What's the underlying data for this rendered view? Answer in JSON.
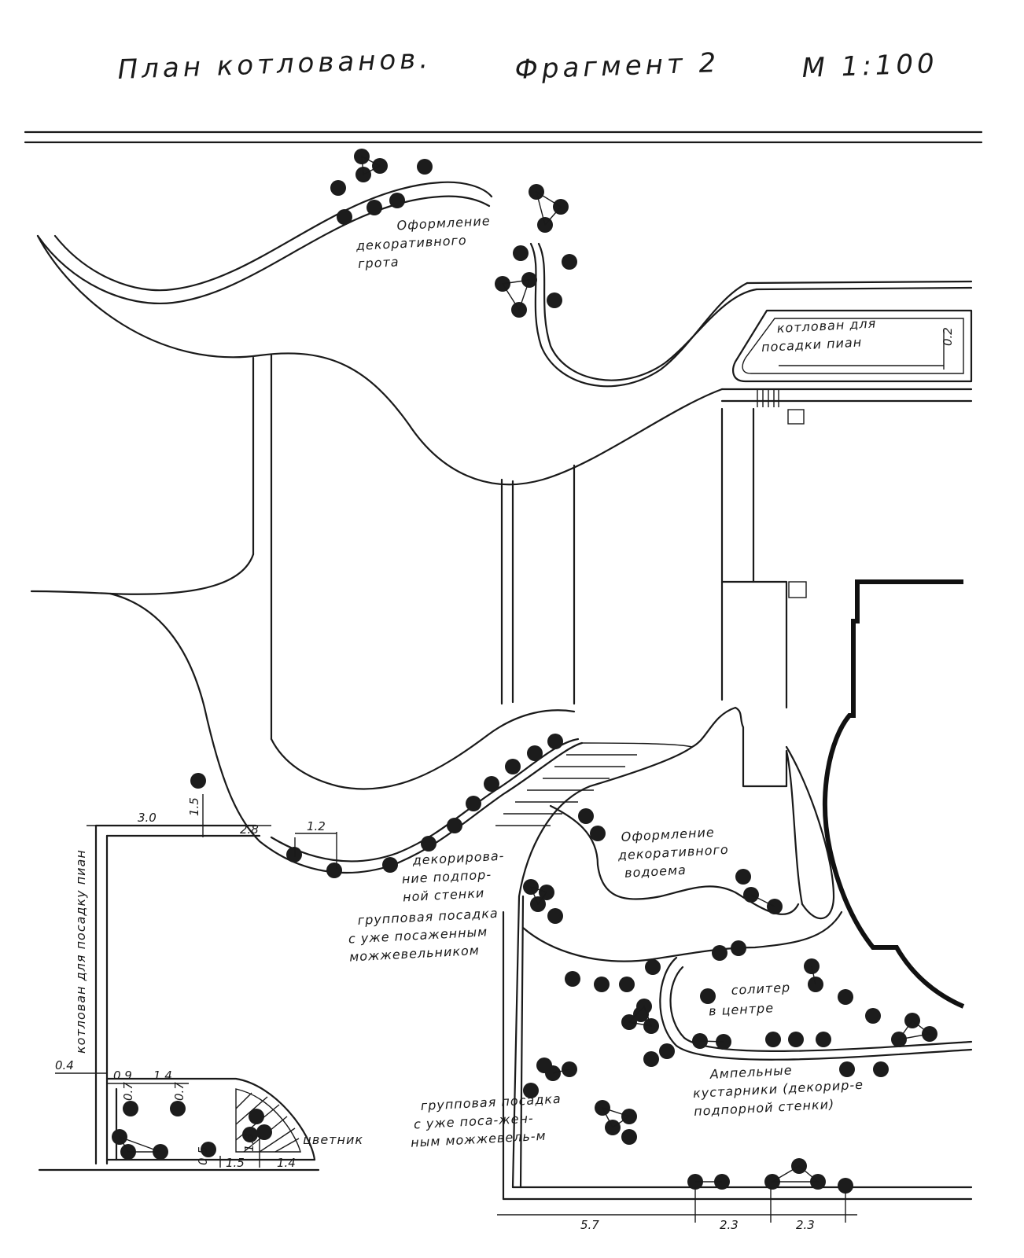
{
  "title": {
    "text": "План котлованов.",
    "fragment": "Фрагмент 2",
    "scale": "М 1:100"
  },
  "labels": {
    "decor_grotto": [
      "Оформление",
      "декоративного",
      "грота"
    ],
    "plant_pit": [
      "котлован для",
      "посадки пиан"
    ],
    "decor_retaining_wall": [
      "декорирова-",
      "ние подпор-",
      "ной стенки"
    ],
    "group_planting_1": [
      "групповая посадка",
      "с уже посаженным",
      "можжевельником"
    ],
    "decor_pond": [
      "Оформление",
      "декоративного",
      "водоема"
    ],
    "soliter": [
      "солитер",
      "в центре"
    ],
    "ampel_shrubs": [
      "Ампельные",
      "кустарники (декорир-е",
      "подпорной стенки)"
    ],
    "group_planting_2": [
      "групповая посадка",
      "с уже поса-жен-",
      "ным можжевель-м"
    ],
    "flowerbed": "цветник",
    "left_pit_vertical": "котлован для посадку пиан"
  },
  "dimensions": {
    "d_3_0": "3.0",
    "d_2_8": "2.8",
    "d_1_2": "1.2",
    "d_1_5_top": "1.5",
    "d_0_4": "0.4",
    "d_0_9": "0.9",
    "d_1_4_top": "1.4",
    "d_0_7_a": "0.7",
    "d_0_7_b": "0.7",
    "d_0_5": "0.5",
    "d_1_5_bottom": "1.5",
    "d_1_3": "1.3",
    "d_1_4_bottom": "1.4",
    "d_5_7": "5.7",
    "d_2_3_a": "2.3",
    "d_2_3_b": "2.3",
    "d_0_2_pit": "0.2"
  },
  "colors": {
    "ink": "#1a1a1a",
    "paper": "#ffffff"
  }
}
